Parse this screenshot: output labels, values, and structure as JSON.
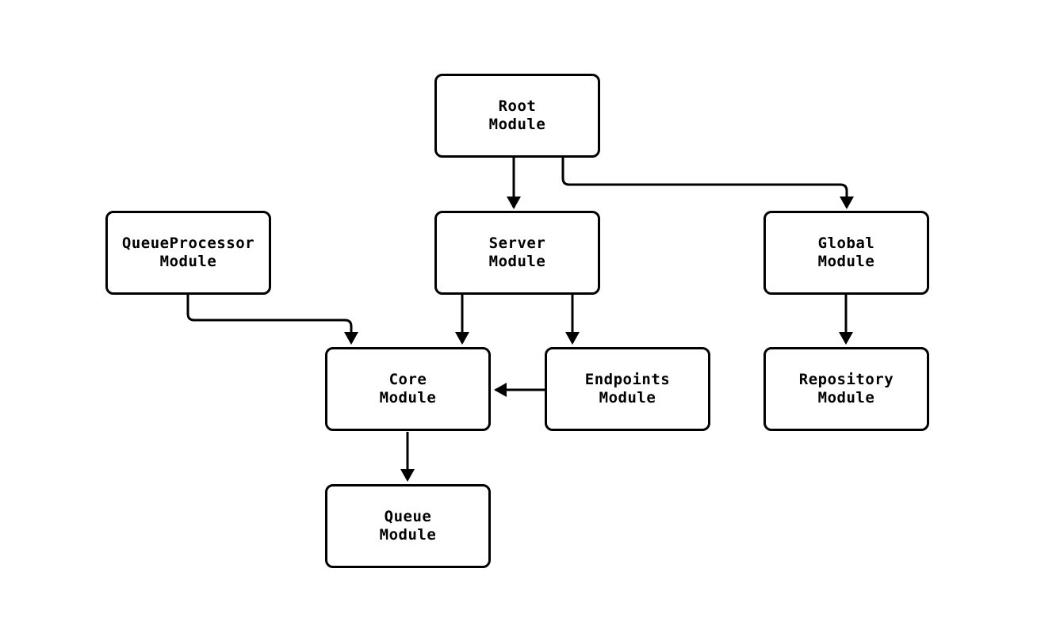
{
  "diagram": {
    "type": "flowchart",
    "background_color": "#ffffff",
    "line_color": "#000000",
    "node_fill_color": "#ffffff",
    "text_color": "#000000",
    "nodes": {
      "root": {
        "label": "Root\nModule"
      },
      "queueprocessor": {
        "label": "QueueProcessor\nModule"
      },
      "server": {
        "label": "Server\nModule"
      },
      "global": {
        "label": "Global\nModule"
      },
      "core": {
        "label": "Core\nModule"
      },
      "endpoints": {
        "label": "Endpoints\nModule"
      },
      "repository": {
        "label": "Repository\nModule"
      },
      "queue": {
        "label": "Queue\nModule"
      }
    },
    "edges": [
      {
        "from": "Root Module",
        "to": "Server Module"
      },
      {
        "from": "Root Module",
        "to": "Global Module"
      },
      {
        "from": "QueueProcessor Module",
        "to": "Core Module"
      },
      {
        "from": "Server Module",
        "to": "Core Module"
      },
      {
        "from": "Server Module",
        "to": "Endpoints Module"
      },
      {
        "from": "Endpoints Module",
        "to": "Core Module"
      },
      {
        "from": "Global Module",
        "to": "Repository Module"
      },
      {
        "from": "Core Module",
        "to": "Queue Module"
      }
    ]
  }
}
